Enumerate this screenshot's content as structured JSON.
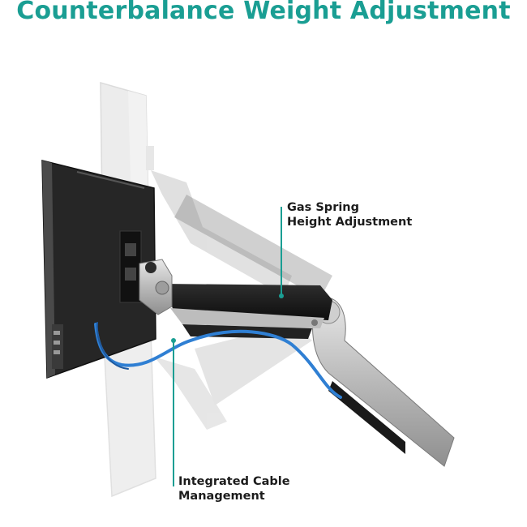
{
  "title": "Counterbalance Weight Adjustment",
  "accent_color": "#1a9e93",
  "callouts": {
    "gas_spring": {
      "line1": "Gas Spring",
      "line2": "Height Adjustment"
    },
    "cable": {
      "line1": "Integrated Cable",
      "line2": "Management"
    }
  }
}
